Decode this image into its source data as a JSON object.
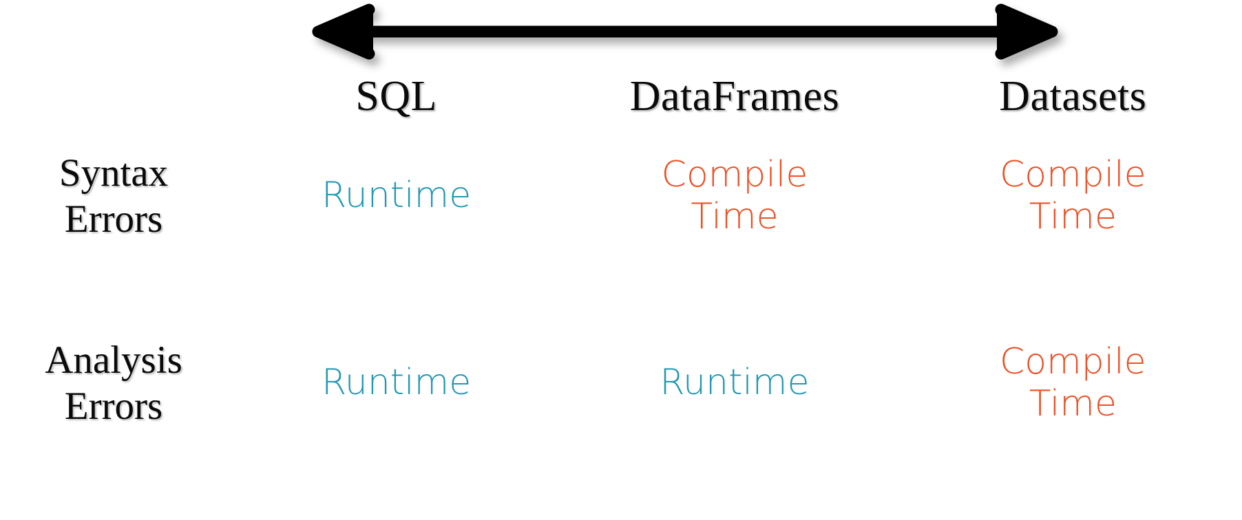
{
  "diagram": {
    "title_arrow": {
      "name": "double-headed-horizontal-arrow",
      "direction": "both",
      "color": "#000000",
      "meaning": "spectrum from SQL to Datasets"
    },
    "columns": [
      {
        "label": "SQL"
      },
      {
        "label": "DataFrames"
      },
      {
        "label": "Datasets"
      }
    ],
    "rows": [
      {
        "label_line1": "Syntax",
        "label_line2": "Errors",
        "cells": [
          {
            "line1": "Runtime",
            "line2": "",
            "kind": "runtime"
          },
          {
            "line1": "Compile",
            "line2": "Time",
            "kind": "compile"
          },
          {
            "line1": "Compile",
            "line2": "Time",
            "kind": "compile"
          }
        ]
      },
      {
        "label_line1": "Analysis",
        "label_line2": "Errors",
        "cells": [
          {
            "line1": "Runtime",
            "line2": "",
            "kind": "runtime"
          },
          {
            "line1": "Runtime",
            "line2": "",
            "kind": "runtime"
          },
          {
            "line1": "Compile",
            "line2": "Time",
            "kind": "compile"
          }
        ]
      }
    ],
    "colors": {
      "runtime": "#2199b4",
      "compile": "#f04e23",
      "heading": "#0a0a0a",
      "background": "#ffffff"
    }
  }
}
